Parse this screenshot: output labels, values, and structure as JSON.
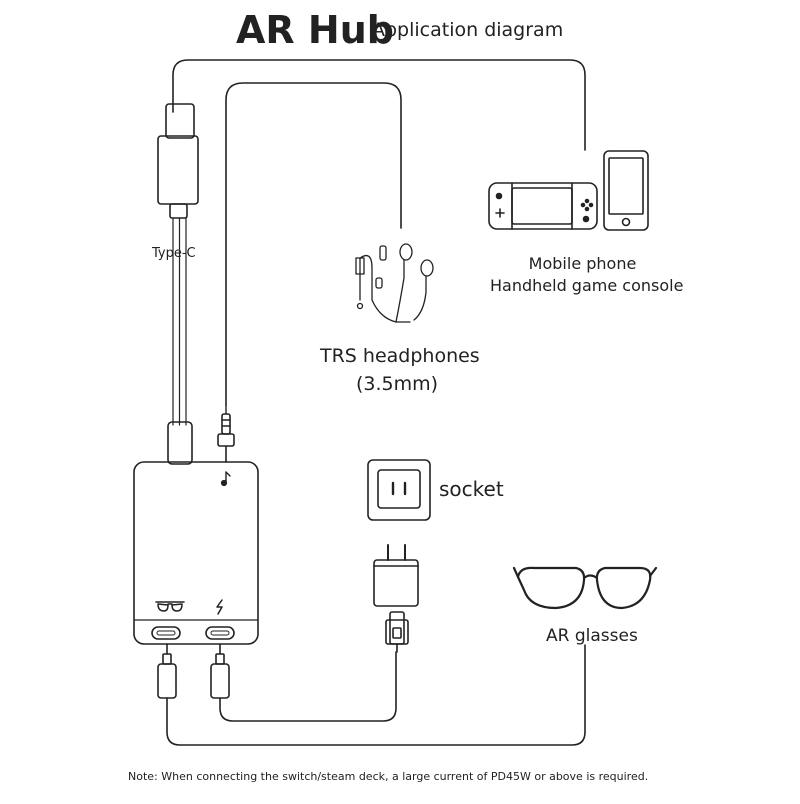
{
  "header": {
    "title": "AR Hub",
    "subtitle": "Application diagram"
  },
  "labels": {
    "type_c": "Type-C",
    "mobile_phone": "Mobile phone",
    "handheld_console": "Handheld game console",
    "trs_headphones": "TRS headphones",
    "trs_size": "(3.5mm)",
    "socket": "socket",
    "ar_glasses": "AR glasses"
  },
  "note": "Note: When connecting the switch/steam deck, a large current of PD45W or above is required.",
  "icons": {
    "hub_left_port": "glasses-icon",
    "hub_right_port": "lightning-icon",
    "hub_audio_port": "music-note-icon"
  }
}
